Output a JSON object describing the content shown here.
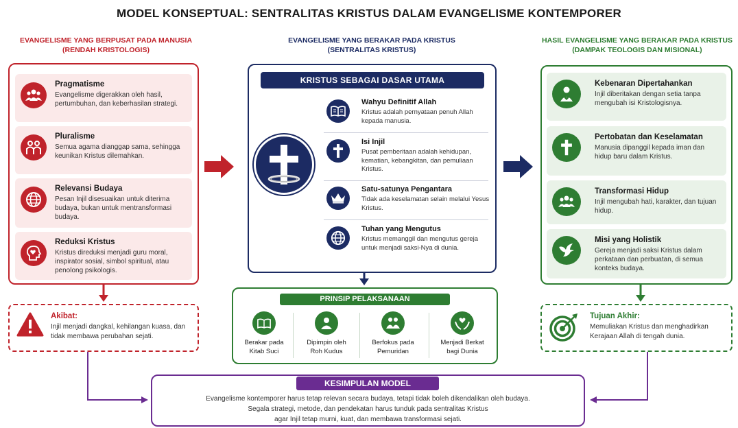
{
  "title": "MODEL KONSEPTUAL: SENTRALITAS KRISTUS DALAM EVANGELISME KONTEMPORER",
  "colors": {
    "red": "#c0232b",
    "navy": "#1c2b63",
    "green": "#2e7d32",
    "purple": "#6a2c91"
  },
  "left": {
    "heading_line1": "EVANGELISME YANG BERPUSAT PADA MANUSIA",
    "heading_line2": "(RENDAH KRISTOLOGIS)",
    "items": [
      {
        "icon": "group-icon",
        "title": "Pragmatisme",
        "text": "Evangelisme digerakkan oleh hasil, pertumbuhan, dan keberhasilan strategi."
      },
      {
        "icon": "people-icon",
        "title": "Pluralisme",
        "text": "Semua agama dianggap sama, sehingga keunikan Kristus dilemahkan."
      },
      {
        "icon": "globe-icon",
        "title": "Relevansi Budaya",
        "text": "Pesan Injil disesuaikan untuk diterima budaya, bukan untuk mentransformasi budaya."
      },
      {
        "icon": "head-heart-icon",
        "title": "Reduksi Kristus",
        "text": "Kristus direduksi menjadi guru moral, inspirator sosial, simbol spiritual, atau penolong psikologis."
      }
    ],
    "akibat_title": "Akibat:",
    "akibat_text": "Injil menjadi dangkal, kehilangan kuasa, dan tidak membawa perubahan sejati."
  },
  "center": {
    "heading_line1": "EVANGELISME YANG BERAKAR PADA KRISTUS",
    "heading_line2": "(SENTRALITAS KRISTUS)",
    "banner": "KRISTUS SEBAGAI DASAR UTAMA",
    "items": [
      {
        "icon": "book-icon",
        "title": "Wahyu Definitif Allah",
        "text": "Kristus adalah pernyataan penuh Allah kepada manusia."
      },
      {
        "icon": "cross-icon",
        "title": "Isi Injil",
        "text": "Pusat pemberitaan adalah kehidupan, kematian, kebangkitan, dan pemuliaan Kristus."
      },
      {
        "icon": "crown-icon",
        "title": "Satu-satunya Pengantara",
        "text": "Tidak ada keselamatan selain melalui Yesus Kristus."
      },
      {
        "icon": "globe-icon",
        "title": "Tuhan yang Mengutus",
        "text": "Kristus memanggil dan mengutus gereja untuk menjadi saksi-Nya di dunia."
      }
    ],
    "principles_banner": "PRINSIP PELAKSANAAN",
    "principles": [
      {
        "icon": "book-icon",
        "line1": "Berakar pada",
        "line2": "Kitab Suci"
      },
      {
        "icon": "person-icon",
        "line1": "Dipimpin oleh",
        "line2": "Roh Kudus"
      },
      {
        "icon": "disciples-icon",
        "line1": "Berfokus pada",
        "line2": "Pemuridan"
      },
      {
        "icon": "hands-heart-icon",
        "line1": "Menjadi Berkat",
        "line2": "bagi Dunia"
      }
    ]
  },
  "right": {
    "heading_line1": "HASIL EVANGELISME YANG BERAKAR PADA KRISTUS",
    "heading_line2": "(DAMPAK TEOLOGIS DAN MISIONAL)",
    "items": [
      {
        "icon": "person-heart-icon",
        "title": "Kebenaran Dipertahankan",
        "text": "Injil diberitakan dengan setia tanpa mengubah isi Kristologisnya."
      },
      {
        "icon": "cross-icon",
        "title": "Pertobatan dan Keselamatan",
        "text": "Manusia dipanggil kepada iman dan hidup baru dalam Kristus."
      },
      {
        "icon": "group-icon",
        "title": "Transformasi Hidup",
        "text": "Injil mengubah hati, karakter, dan tujuan hidup."
      },
      {
        "icon": "dove-icon",
        "title": "Misi yang Holistik",
        "text": "Gereja menjadi saksi Kristus dalam perkataan dan perbuatan, di semua konteks budaya."
      }
    ],
    "tujuan_title": "Tujuan Akhir:",
    "tujuan_text": "Memuliakan Kristus dan menghadirkan Kerajaan Allah di tengah dunia."
  },
  "conclusion": {
    "banner": "KESIMPULAN MODEL",
    "line1": "Evangelisme kontemporer harus tetap relevan secara budaya, tetapi tidak boleh dikendalikan oleh budaya.",
    "line2": "Segala strategi, metode, dan pendekatan harus tunduk pada sentralitas Kristus",
    "line3": "agar Injil tetap murni, kuat, dan membawa transformasi sejati."
  }
}
